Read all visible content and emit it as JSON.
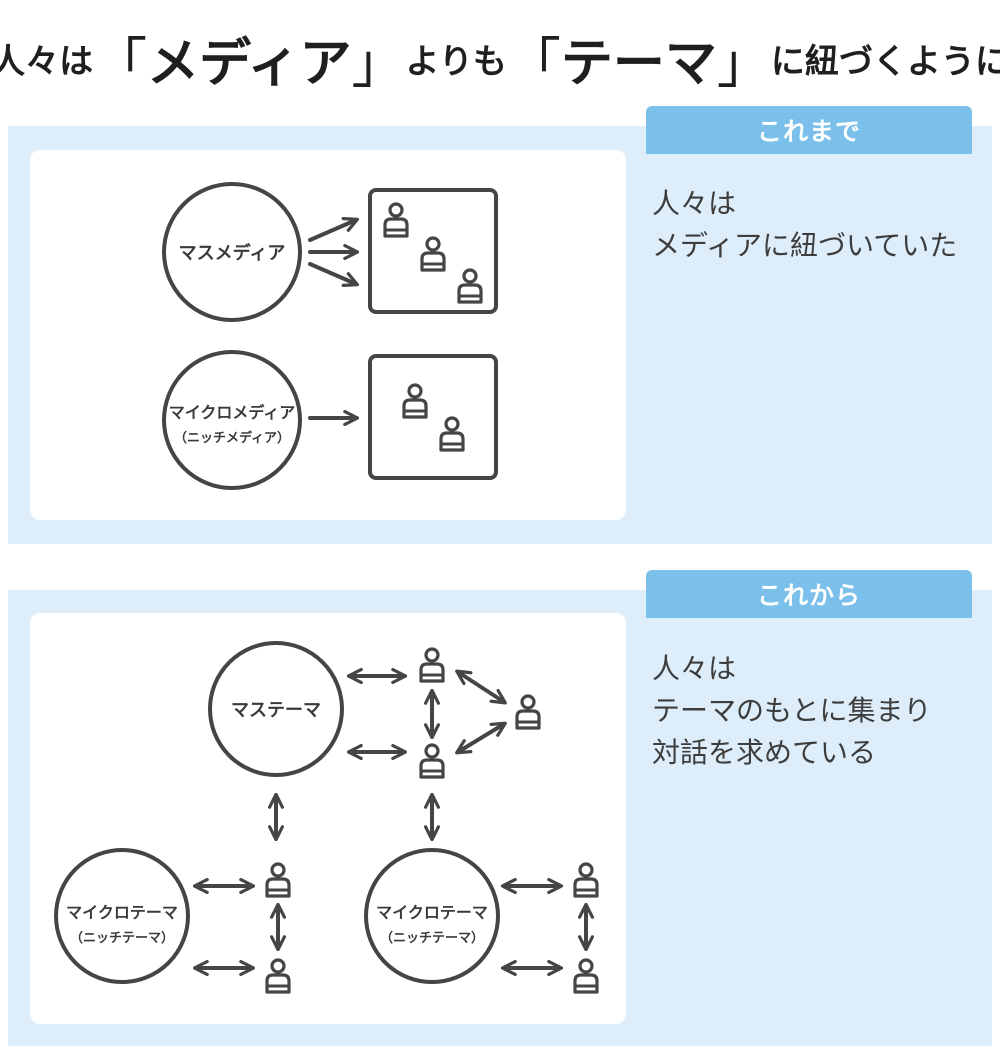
{
  "title": {
    "part1": "人々は",
    "open1": "「",
    "media": "メディア",
    "close1": "」",
    "part2": "よりも",
    "open2": "「",
    "theme": "テーマ",
    "close2": "」",
    "part3": "に紐づくように"
  },
  "before": {
    "tag": "これまで",
    "description": [
      "人々は",
      "メディアに紐づいていた"
    ],
    "mass_media": "マスメディア",
    "micro_media": "マイクロメディア",
    "micro_media_sub": "（ニッチメディア）"
  },
  "after": {
    "tag": "これから",
    "description": [
      "人々は",
      "テーマのもとに集まり",
      "対話を求めている"
    ],
    "mass_theme": "マステーマ",
    "micro_theme_left": "マイクロテーマ",
    "micro_theme_left_sub": "（ニッチテーマ）",
    "micro_theme_right": "マイクロテーマ",
    "micro_theme_right_sub": "（ニッチテーマ）"
  },
  "colors": {
    "stroke": "#454545",
    "panel_bg": "#ddeefa",
    "tag_bg": "#7ac0ea"
  },
  "icons": {
    "person": "person-icon",
    "arrow": "arrow-right-icon",
    "double_arrow": "double-arrow-icon"
  }
}
